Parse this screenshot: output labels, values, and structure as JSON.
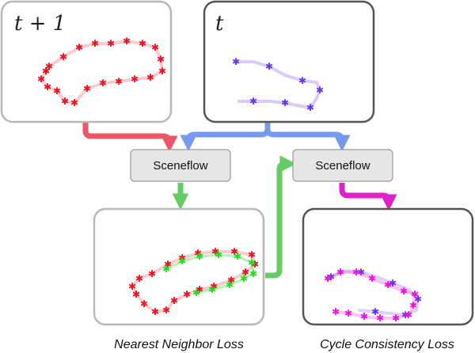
{
  "panels": {
    "frame_t1": {
      "title": "t + 1"
    },
    "frame_t": {
      "title": "t"
    }
  },
  "nodes": {
    "sceneflow_left": {
      "label": "Sceneflow"
    },
    "sceneflow_right": {
      "label": "Sceneflow"
    }
  },
  "captions": {
    "nearest_neighbor": "Nearest Neighbor Loss",
    "cycle_consistency": "Cycle Consistency Loss"
  },
  "colors": {
    "red_arrow": "#ee5566",
    "blue_arrow": "#7799ee",
    "green_arrow": "#66cc66",
    "magenta_arrow": "#dd22cc",
    "frame_gray": "#b8b8b8",
    "frame_dark": "#555555",
    "node_fill": "#e6e6e6",
    "red_points": "#ee1122",
    "purple_points": "#6633ee",
    "green_points": "#22dd22",
    "magenta_points": "#ee11dd"
  }
}
